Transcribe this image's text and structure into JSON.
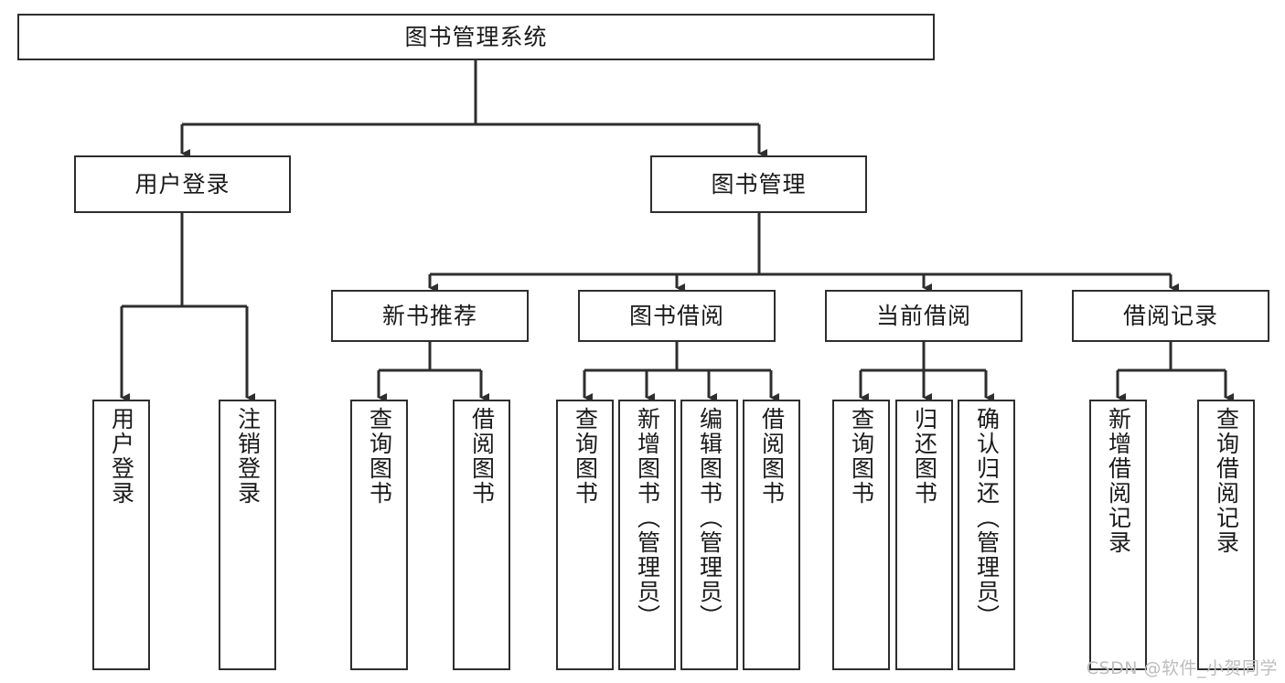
{
  "diagram": {
    "title": "图书管理系统",
    "type": "tree",
    "stroke_color": "#2e2e2e",
    "fill_color": "#ffffff",
    "text_color": "#1a1a1a",
    "watermark": "CSDN @软件_小贺同学",
    "watermark_color": "#bdbdbd"
  },
  "nodes": {
    "root": {
      "label": "图书管理系统",
      "level": 0,
      "orientation": "horizontal"
    },
    "l1": [
      {
        "label": "用户登录",
        "level": 1,
        "orientation": "horizontal"
      },
      {
        "label": "图书管理",
        "level": 1,
        "orientation": "horizontal"
      }
    ],
    "l2": [
      {
        "label": "新书推荐",
        "level": 2,
        "orientation": "horizontal"
      },
      {
        "label": "图书借阅",
        "level": 2,
        "orientation": "horizontal"
      },
      {
        "label": "当前借阅",
        "level": 2,
        "orientation": "horizontal"
      },
      {
        "label": "借阅记录",
        "level": 2,
        "orientation": "horizontal"
      }
    ],
    "leaves_user_login": [
      {
        "label": "用户登录",
        "level": 3,
        "orientation": "vertical"
      },
      {
        "label": "注销登录",
        "level": 3,
        "orientation": "vertical"
      }
    ],
    "leaves_new_book": [
      {
        "label": "查询图书",
        "level": 3,
        "orientation": "vertical"
      },
      {
        "label": "借阅图书",
        "level": 3,
        "orientation": "vertical"
      }
    ],
    "leaves_borrow": [
      {
        "label": "查询图书",
        "level": 3,
        "orientation": "vertical"
      },
      {
        "label": "新增图书（管理员）",
        "level": 3,
        "orientation": "vertical"
      },
      {
        "label": "编辑图书（管理员）",
        "level": 3,
        "orientation": "vertical"
      },
      {
        "label": "借阅图书",
        "level": 3,
        "orientation": "vertical"
      }
    ],
    "leaves_current": [
      {
        "label": "查询图书",
        "level": 3,
        "orientation": "vertical"
      },
      {
        "label": "归还图书",
        "level": 3,
        "orientation": "vertical"
      },
      {
        "label": "确认归还（管理员）",
        "level": 3,
        "orientation": "vertical"
      }
    ],
    "leaves_records": [
      {
        "label": "新增借阅记录",
        "level": 3,
        "orientation": "vertical"
      },
      {
        "label": "查询借阅记录",
        "level": 3,
        "orientation": "vertical"
      }
    ]
  }
}
